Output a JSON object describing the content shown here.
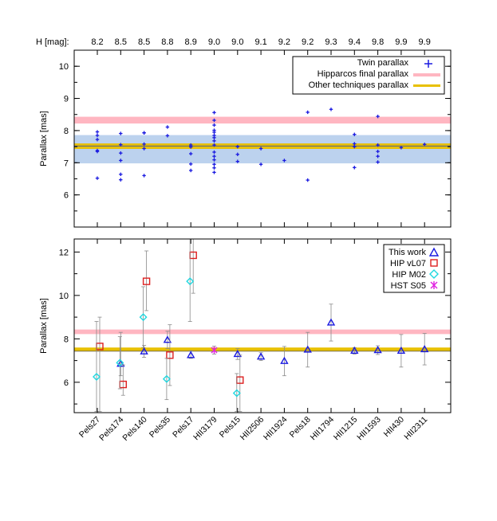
{
  "chart_data": [
    {
      "type": "scatter",
      "ylabel": "Parallax [mas]",
      "ylim": [
        5.0,
        10.5
      ],
      "yticks": [
        6,
        7,
        8,
        9,
        10
      ],
      "top_axis_label": "H [mag]:",
      "top_ticks": [
        "8.2",
        "8.5",
        "8.5",
        "8.8",
        "8.9",
        "9.0",
        "9.0",
        "9.1",
        "9.2",
        "9.2",
        "9.3",
        "9.4",
        "9.8",
        "9.9",
        "9.9"
      ],
      "bands": [
        {
          "name": "Hipparcos final parallax",
          "color": "#ffb6c1",
          "range": [
            8.22,
            8.43
          ]
        },
        {
          "name": "Other techniques parallax",
          "color": "#e8c000",
          "range": [
            7.43,
            7.6
          ]
        },
        {
          "name": "",
          "color": "#bcd2ee",
          "range": [
            6.98,
            7.86
          ]
        }
      ],
      "mean_line": 7.52,
      "legend": [
        "Twin parallax",
        "Hipparcos final parallax",
        "Other techniques parallax"
      ],
      "series": [
        {
          "name": "Twin parallax",
          "color": "#1a1ae0",
          "points": [
            [
              0,
              6.52
            ],
            [
              0,
              7.35
            ],
            [
              0,
              7.38
            ],
            [
              0,
              7.72
            ],
            [
              0,
              7.85
            ],
            [
              0,
              7.96
            ],
            [
              1,
              6.47
            ],
            [
              1,
              6.64
            ],
            [
              1,
              7.07
            ],
            [
              1,
              7.3
            ],
            [
              1,
              7.56
            ],
            [
              1,
              7.91
            ],
            [
              2,
              6.6
            ],
            [
              2,
              7.44
            ],
            [
              2,
              7.58
            ],
            [
              2,
              7.93
            ],
            [
              2,
              7.93
            ],
            [
              3,
              7.84
            ],
            [
              3,
              8.11
            ],
            [
              4,
              6.76
            ],
            [
              4,
              6.96
            ],
            [
              4,
              7.28
            ],
            [
              4,
              7.49
            ],
            [
              4,
              7.55
            ],
            [
              5,
              6.7
            ],
            [
              5,
              6.84
            ],
            [
              5,
              6.95
            ],
            [
              5,
              7.09
            ],
            [
              5,
              7.2
            ],
            [
              5,
              7.33
            ],
            [
              5,
              7.55
            ],
            [
              5,
              7.68
            ],
            [
              5,
              7.78
            ],
            [
              5,
              7.85
            ],
            [
              5,
              7.95
            ],
            [
              5,
              8.01
            ],
            [
              5,
              8.17
            ],
            [
              5,
              8.32
            ],
            [
              5,
              8.56
            ],
            [
              6,
              7.04
            ],
            [
              6,
              7.26
            ],
            [
              6,
              7.5
            ],
            [
              7,
              6.95
            ],
            [
              7,
              7.44
            ],
            [
              8,
              7.07
            ],
            [
              9,
              6.46
            ],
            [
              9,
              8.57
            ],
            [
              10,
              8.66
            ],
            [
              11,
              6.85
            ],
            [
              11,
              7.5
            ],
            [
              11,
              7.59
            ],
            [
              11,
              7.88
            ],
            [
              12,
              7.02
            ],
            [
              12,
              7.2
            ],
            [
              12,
              7.35
            ],
            [
              12,
              7.55
            ],
            [
              12,
              8.44
            ],
            [
              13,
              7.47
            ],
            [
              14,
              7.57
            ]
          ]
        }
      ]
    },
    {
      "type": "scatter",
      "ylabel": "Parallax [mas]",
      "ylim": [
        4.6,
        12.6
      ],
      "yticks": [
        6,
        8,
        10,
        12
      ],
      "categories": [
        "Pels27",
        "Pels174",
        "Pels140",
        "Pels35",
        "Pels17",
        "HII3179",
        "Pels15",
        "HII2506",
        "HII1924",
        "Pels18",
        "HII1794",
        "HII1215",
        "HII1593",
        "HII430",
        "HII2311"
      ],
      "bands": [
        {
          "name": "Hipparcos final parallax",
          "color": "#ffb6c1",
          "range": [
            8.22,
            8.43
          ]
        },
        {
          "name": "Other techniques parallax",
          "color": "#e8c000",
          "range": [
            7.43,
            7.6
          ]
        }
      ],
      "mean_line": 7.43,
      "legend": [
        "This work",
        "HIP vL07",
        "HIP M02",
        "HST S05"
      ],
      "series": [
        {
          "name": "This work",
          "color": "#1a1ae0",
          "marker": "triangle",
          "points": [
            {
              "i": 1,
              "y": 6.85,
              "lo": 6.3,
              "hi": 8.3
            },
            {
              "i": 2,
              "y": 7.42,
              "lo": 7.15,
              "hi": 7.7
            },
            {
              "i": 3,
              "y": 7.95,
              "lo": 7.55,
              "hi": 8.35
            },
            {
              "i": 4,
              "y": 7.25,
              "lo": 7.1,
              "hi": 7.45
            },
            {
              "i": 6,
              "y": 7.3,
              "lo": 7.05,
              "hi": 7.55
            },
            {
              "i": 7,
              "y": 7.18,
              "lo": 7.0,
              "hi": 7.36
            },
            {
              "i": 8,
              "y": 6.98,
              "lo": 6.3,
              "hi": 7.65
            },
            {
              "i": 9,
              "y": 7.5,
              "lo": 6.7,
              "hi": 8.3
            },
            {
              "i": 10,
              "y": 8.75,
              "lo": 7.9,
              "hi": 9.6
            },
            {
              "i": 11,
              "y": 7.45,
              "lo": 7.3,
              "hi": 7.6
            },
            {
              "i": 12,
              "y": 7.48,
              "lo": 7.28,
              "hi": 7.68
            },
            {
              "i": 13,
              "y": 7.45,
              "lo": 6.7,
              "hi": 8.2
            },
            {
              "i": 14,
              "y": 7.52,
              "lo": 6.8,
              "hi": 8.25
            }
          ]
        },
        {
          "name": "HIP vL07",
          "color": "#dd2020",
          "marker": "square",
          "points": [
            {
              "i": 0,
              "y": 7.65,
              "lo": 4.65,
              "hi": 9.0
            },
            {
              "i": 1,
              "y": 5.9,
              "lo": 5.4,
              "hi": 6.8
            },
            {
              "i": 2,
              "y": 10.65,
              "lo": 9.3,
              "hi": 12.05
            },
            {
              "i": 3,
              "y": 7.25,
              "lo": 5.85,
              "hi": 8.65
            },
            {
              "i": 4,
              "y": 11.85,
              "lo": 10.1,
              "hi": 12.6
            },
            {
              "i": 6,
              "y": 6.1,
              "lo": 4.65,
              "hi": 7.25
            }
          ]
        },
        {
          "name": "HIP M02",
          "color": "#20d8e0",
          "marker": "diamond",
          "points": [
            {
              "i": 0,
              "y": 6.25,
              "lo": 4.65,
              "hi": 8.8
            },
            {
              "i": 1,
              "y": 6.9,
              "lo": 5.7,
              "hi": 8.1
            },
            {
              "i": 2,
              "y": 9.0,
              "lo": 7.6,
              "hi": 10.4
            },
            {
              "i": 3,
              "y": 6.15,
              "lo": 5.2,
              "hi": 7.1
            },
            {
              "i": 4,
              "y": 10.65,
              "lo": 8.8,
              "hi": 12.6
            },
            {
              "i": 6,
              "y": 5.5,
              "lo": 4.65,
              "hi": 6.4
            }
          ]
        },
        {
          "name": "HST S05",
          "color": "#e020e0",
          "marker": "asterisk",
          "points": [
            {
              "i": 5,
              "y": 7.48,
              "lo": 7.3,
              "hi": 7.66
            }
          ]
        }
      ]
    }
  ]
}
